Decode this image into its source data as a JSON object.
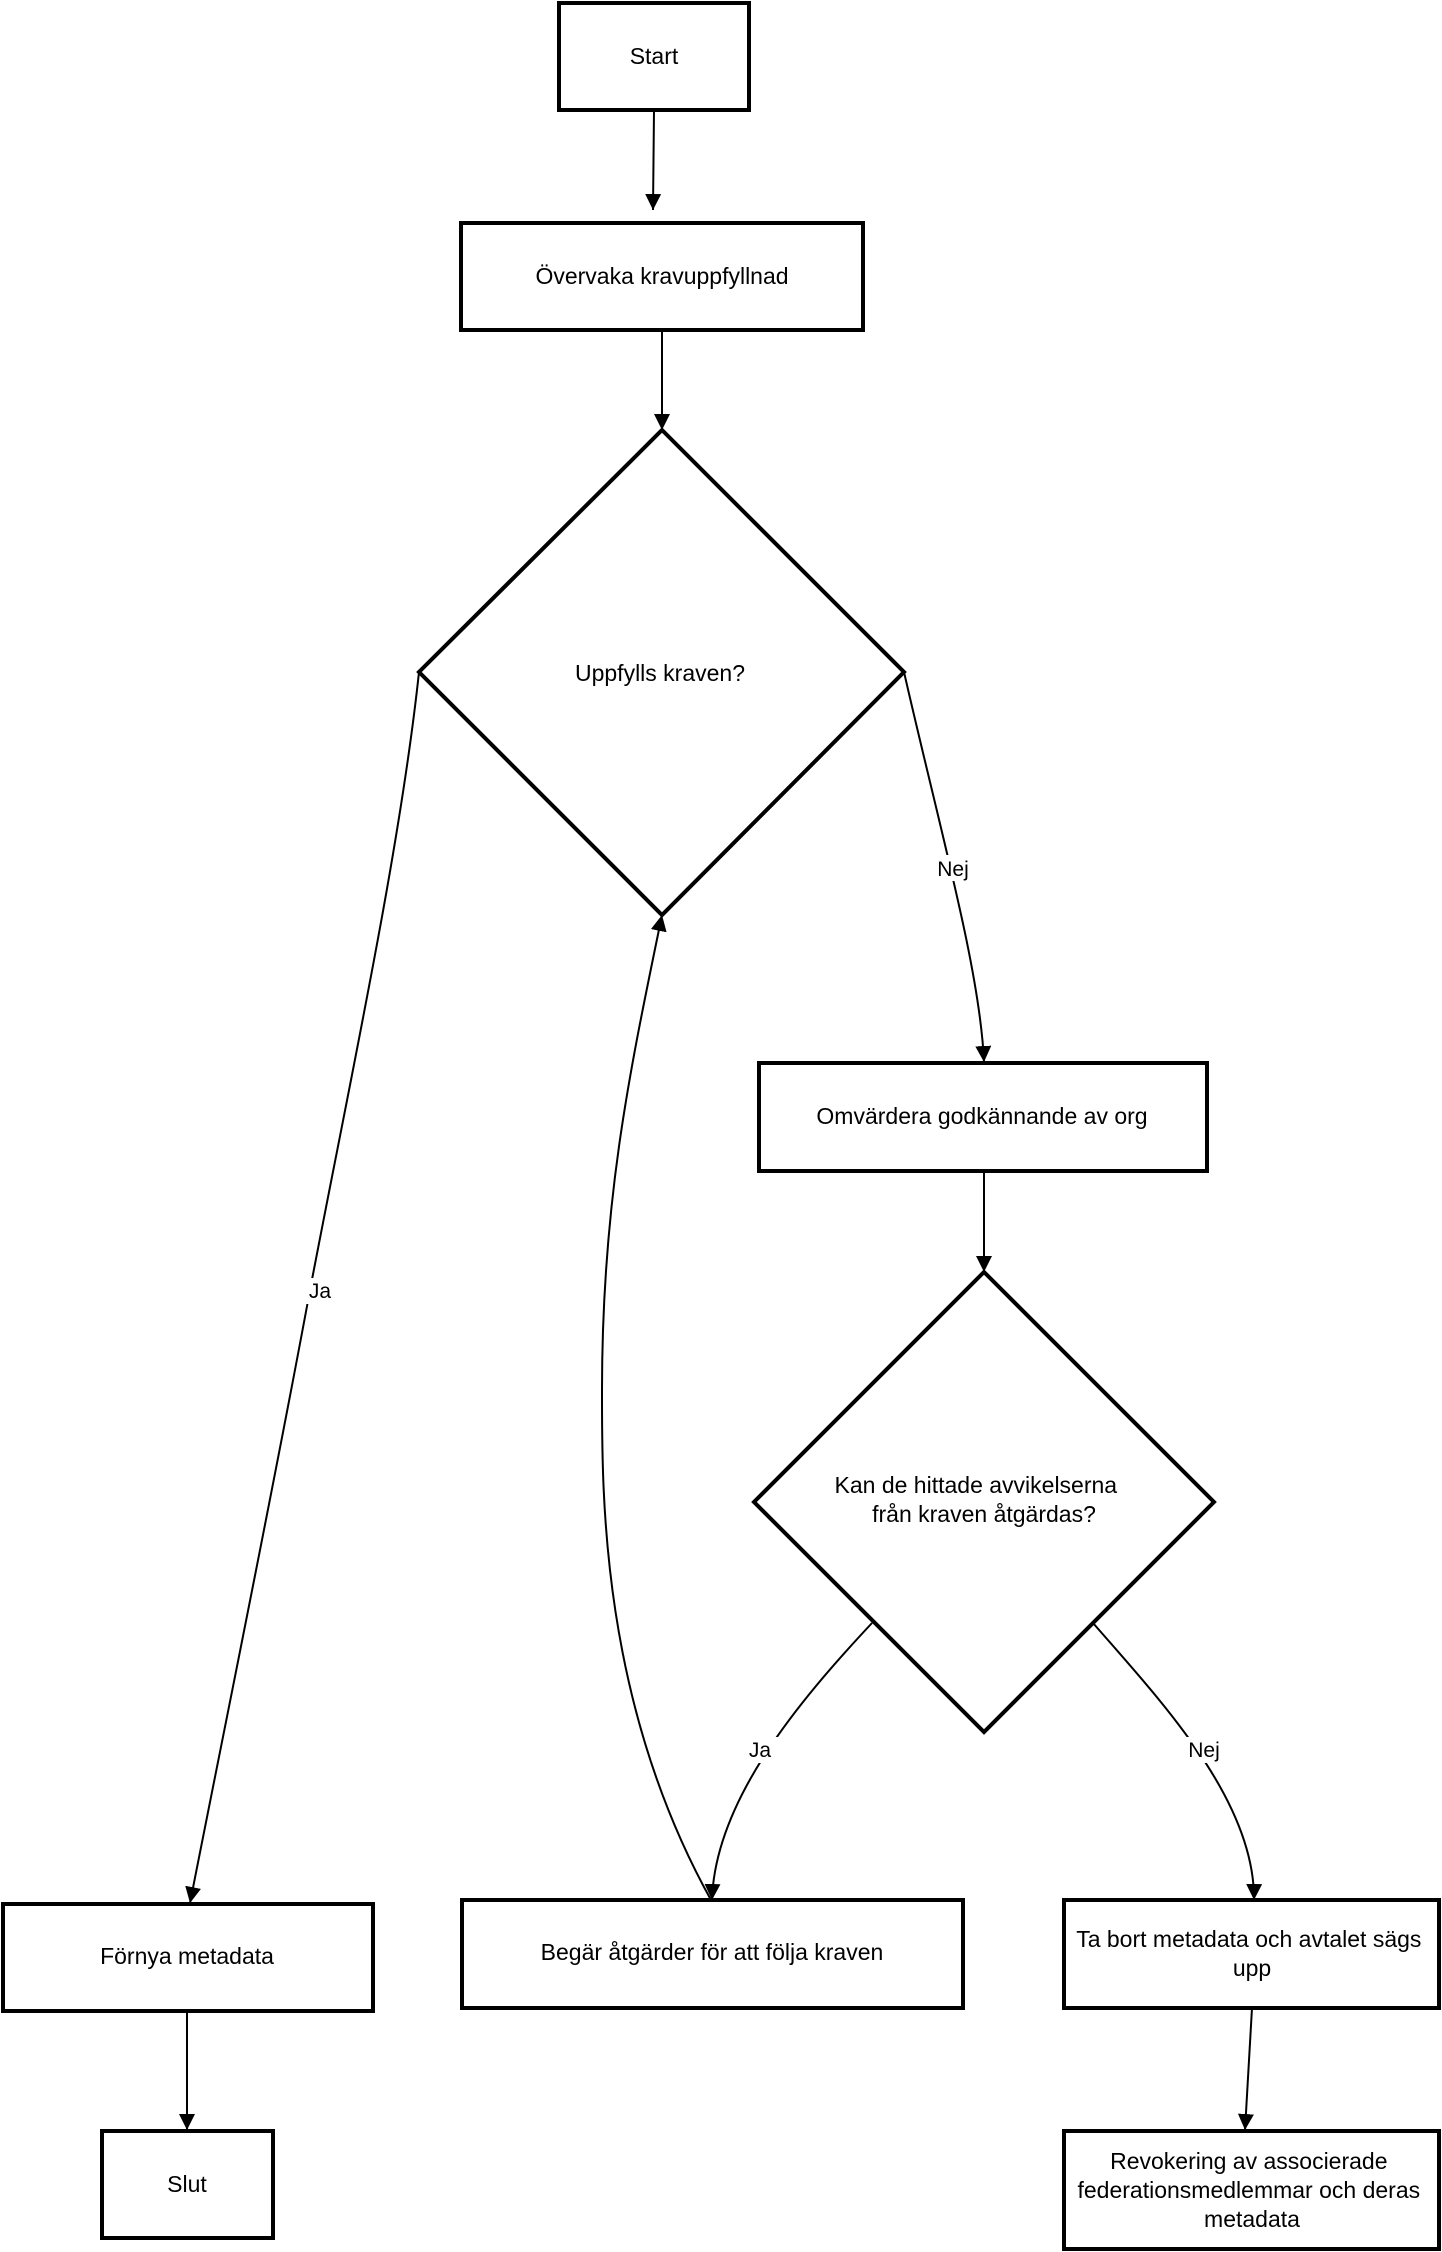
{
  "nodes": {
    "start": {
      "label": [
        "Start"
      ]
    },
    "monitor": {
      "label": [
        "Övervaka kravuppfyllnad"
      ]
    },
    "decision1": {
      "label": [
        "Uppfylls kraven?"
      ]
    },
    "renew": {
      "label": [
        "Förnya metadata"
      ]
    },
    "end": {
      "label": [
        "Slut"
      ]
    },
    "reevaluate": {
      "label": [
        "Omvärdera godkännande av org"
      ]
    },
    "decision2": {
      "label": [
        "Kan de hittade avvikelserna",
        "från kraven åtgärdas?"
      ]
    },
    "request": {
      "label": [
        "Begär åtgärder för att följa kraven"
      ]
    },
    "remove": {
      "label": [
        "Ta bort metadata och avtalet sägs",
        "upp"
      ]
    },
    "revoke": {
      "label": [
        "Revokering av associerade",
        "federationsmedlemmar och deras",
        "metadata"
      ]
    }
  },
  "edges": {
    "e1": "",
    "e2": "",
    "e_yes1": "Ja",
    "e_no1": "Nej",
    "e_renew_end": "",
    "e_re_d2": "",
    "e_yes2": "Ja",
    "e_no2": "Nej",
    "e_req_back": "",
    "e_rem_rev": ""
  },
  "colors": {
    "stroke": "#000000",
    "fill": "#ffffff",
    "text": "#000000"
  }
}
